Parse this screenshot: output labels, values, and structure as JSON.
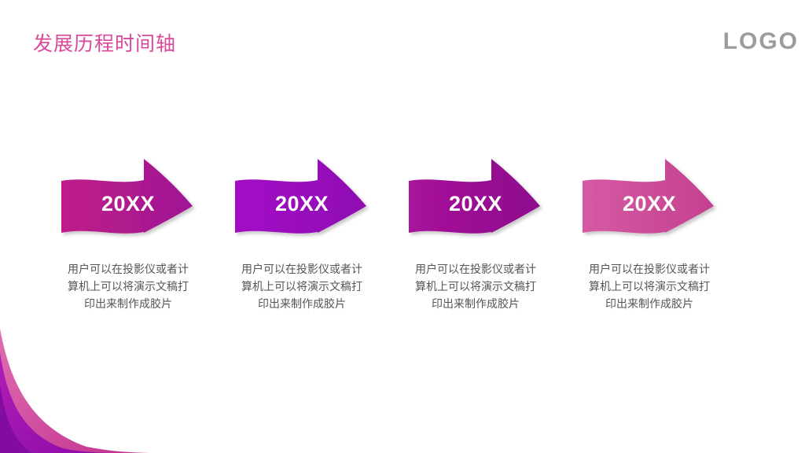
{
  "header": {
    "title": "发展历程时间轴",
    "logo_text": "LOGO"
  },
  "colors": {
    "title": "#D9499A",
    "logo": "#9C9C9C",
    "text": "#555555"
  },
  "timeline": {
    "items": [
      {
        "year": "20XX",
        "desc_lines": [
          "用户可以在投影仪或者计",
          "算机上可以将演示文稿打",
          "印出来制作成胶片"
        ],
        "color_from": "#BF1E88",
        "color_to": "#9E1695",
        "icon": "arrow-right"
      },
      {
        "year": "20XX",
        "desc_lines": [
          "用户可以在投影仪或者计",
          "算机上可以将演示文稿打",
          "印出来制作成胶片"
        ],
        "color_from": "#A40AC6",
        "color_to": "#8E08B2",
        "icon": "arrow-right"
      },
      {
        "year": "20XX",
        "desc_lines": [
          "用户可以在投影仪或者计",
          "算机上可以将演示文稿打",
          "印出来制作成胶片"
        ],
        "color_from": "#A81299",
        "color_to": "#8D0E8E",
        "icon": "arrow-right"
      },
      {
        "year": "20XX",
        "desc_lines": [
          "用户可以在投影仪或者计",
          "算机上可以将演示文稿打",
          "印出来制作成胶片"
        ],
        "color_from": "#D65AA3",
        "color_to": "#C4408F",
        "icon": "arrow-right"
      }
    ]
  }
}
